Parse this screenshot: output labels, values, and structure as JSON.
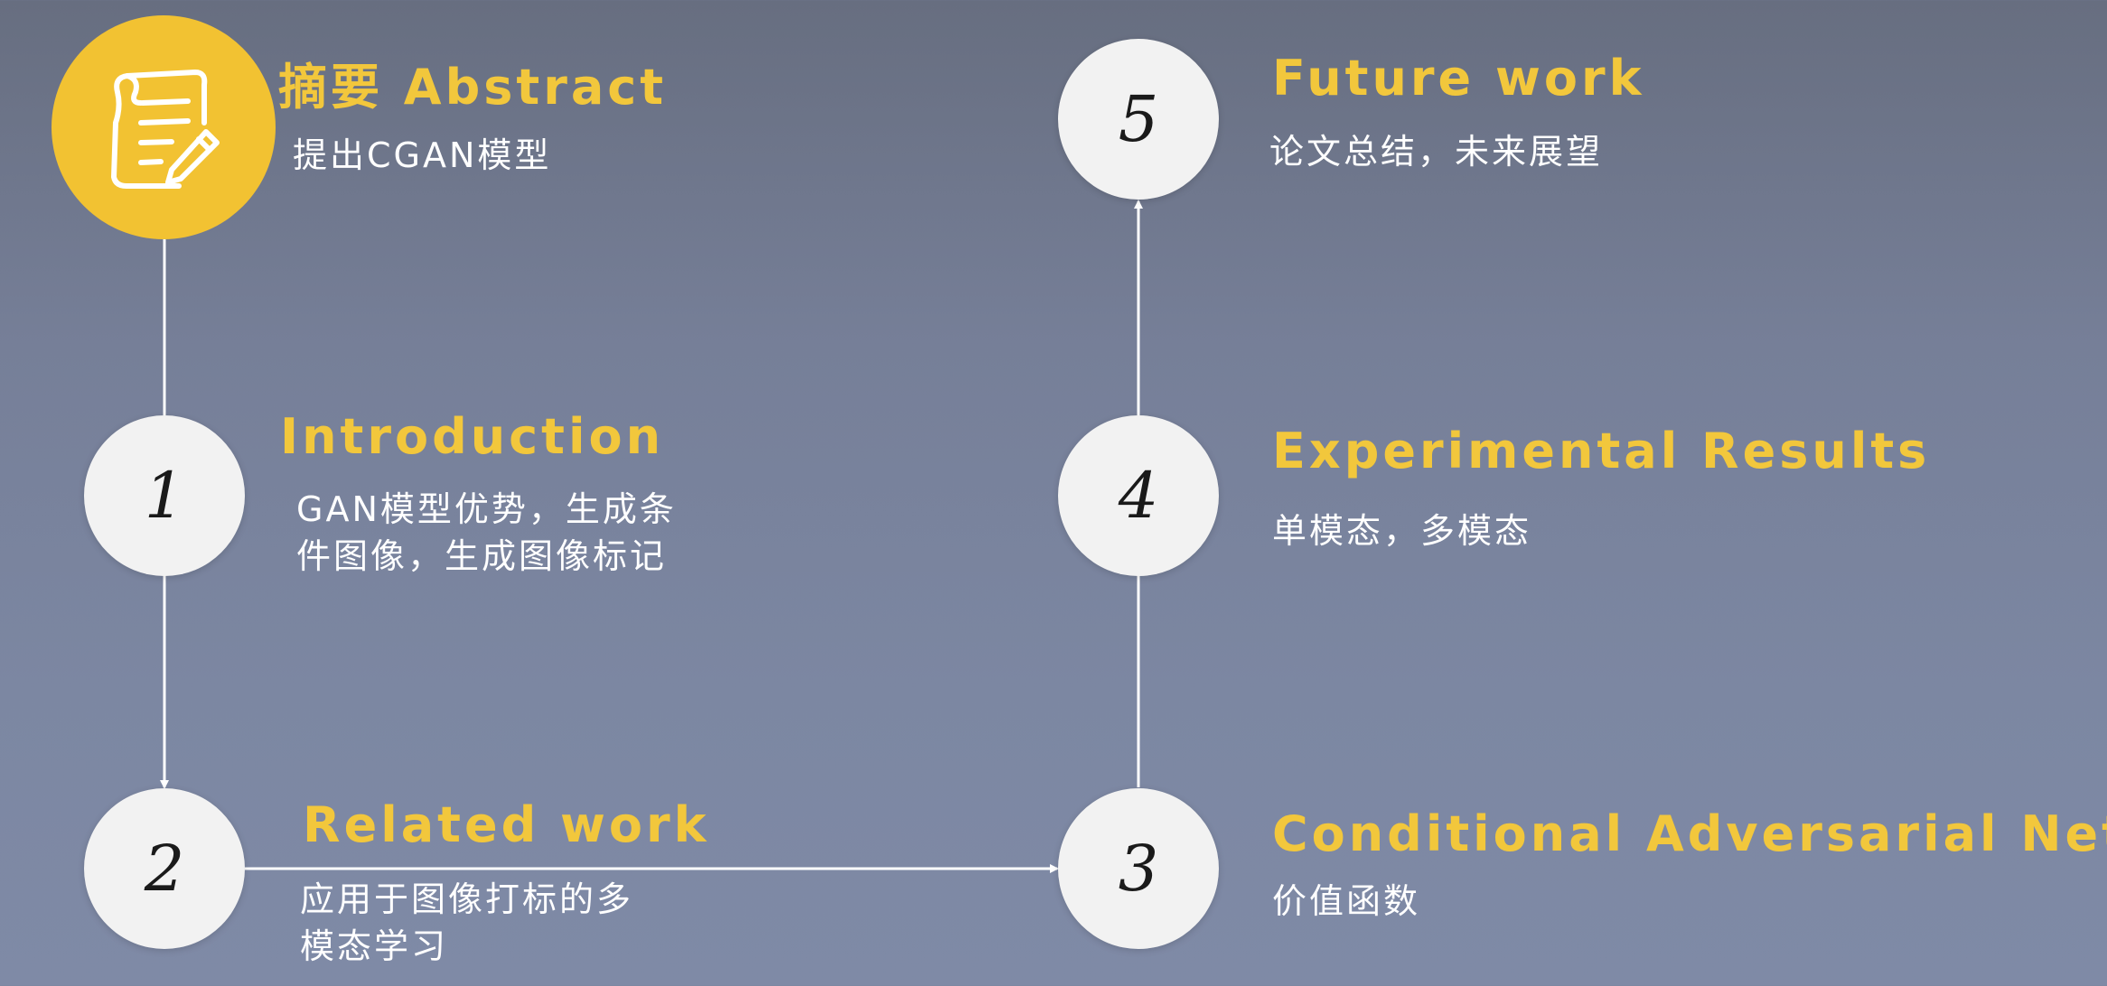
{
  "abstract": {
    "title": "摘要 Abstract",
    "desc": "提出CGAN模型"
  },
  "steps": [
    {
      "num": "1",
      "title": "Introduction",
      "desc": "GAN模型优势，生成条\n件图像，生成图像标记"
    },
    {
      "num": "2",
      "title": "Related work",
      "desc": "应用于图像打标的多\n模态学习"
    },
    {
      "num": "3",
      "title": "Conditional Adversarial Nets",
      "desc": "价值函数"
    },
    {
      "num": "4",
      "title": "Experimental Results",
      "desc": "单模态，多模态"
    },
    {
      "num": "5",
      "title": "Future work",
      "desc": "论文总结，未来展望"
    }
  ],
  "icons": {
    "abstract": "document-pen-icon"
  },
  "colors": {
    "accent": "#f2c232",
    "title": "#f2c73c",
    "node": "#f2f2f2",
    "line": "#ffffff"
  }
}
